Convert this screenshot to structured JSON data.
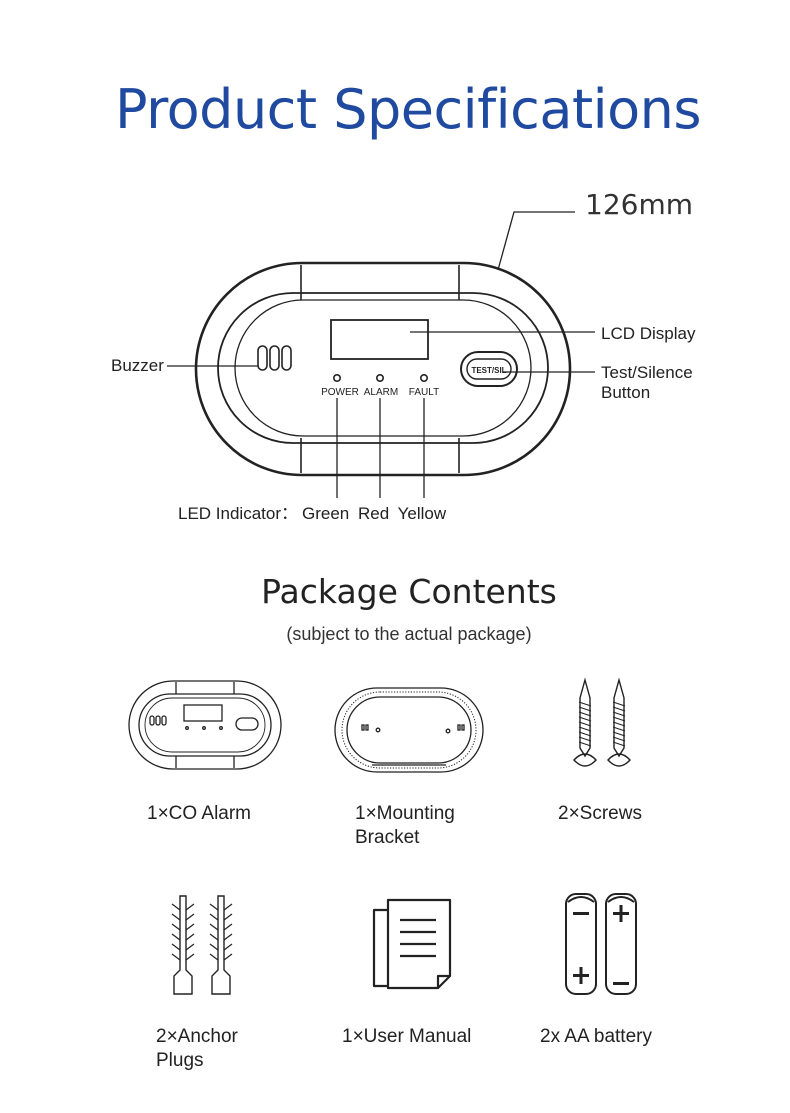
{
  "title": "Product Specifications",
  "dimension": "126mm",
  "callouts": {
    "buzzer": "Buzzer",
    "lcd": "LCD Display",
    "test_line1": "Test/Silence",
    "test_line2": "Button"
  },
  "device_labels": {
    "power": "POWER",
    "alarm": "ALARM",
    "fault": "FAULT",
    "test_button": "TEST/SIL"
  },
  "led_indicator": {
    "label": "LED  Indicator：",
    "green": "Green",
    "red": "Red",
    "yellow": "Yellow"
  },
  "package": {
    "title": "Package Contents",
    "subtitle": "(subject to the actual package)",
    "items": [
      {
        "line1": "1×CO Alarm",
        "line2": "",
        "icon": "co-alarm-icon"
      },
      {
        "line1": "1×Mounting",
        "line2": "Bracket",
        "icon": "mounting-bracket-icon"
      },
      {
        "line1": "2×Screws",
        "line2": "",
        "icon": "screws-icon"
      },
      {
        "line1": "2×Anchor",
        "line2": "Plugs",
        "icon": "anchor-plugs-icon"
      },
      {
        "line1": "1×User Manual",
        "line2": "",
        "icon": "user-manual-icon"
      },
      {
        "line1": "2x AA battery",
        "line2": "",
        "icon": "aa-battery-icon"
      }
    ]
  },
  "colors": {
    "title_blue": "#1f4aa0",
    "line": "#222222"
  }
}
